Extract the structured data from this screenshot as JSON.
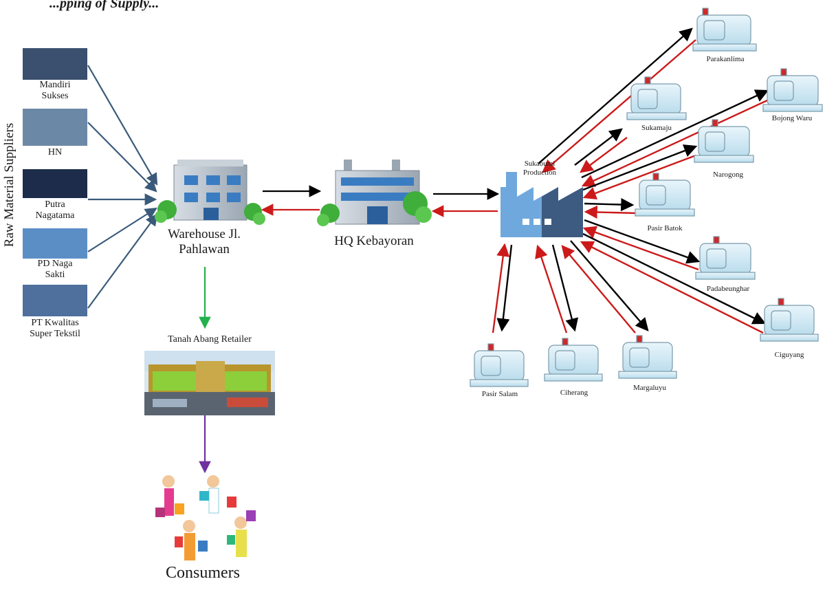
{
  "header": {
    "title": "...pping of Supply..."
  },
  "suppliers": {
    "group_label": "Raw Material Suppliers",
    "items": [
      {
        "line1": "Mandiri",
        "line2": "Sukses",
        "color": "#3b4f6e"
      },
      {
        "line1": "HN",
        "line2": "",
        "color": "#6c88a7"
      },
      {
        "line1": "Putra",
        "line2": "Nagatama",
        "color": "#1c2c4a"
      },
      {
        "line1": "PD Naga",
        "line2": "Sakti",
        "color": "#5c8ec6"
      },
      {
        "line1": "PT Kwalitas",
        "line2": "Super Tekstil",
        "color": "#4f6f9c"
      }
    ]
  },
  "nodes": {
    "warehouse": {
      "line1": "Warehouse Jl.",
      "line2": "Pahlawan"
    },
    "hq": {
      "label": "HQ Kebayoran"
    },
    "retailer": {
      "label": "Tanah Abang Retailer"
    },
    "consumers": {
      "label": "Consumers"
    },
    "factory": {
      "line1": "Sukabumi",
      "line2": "Production"
    }
  },
  "production_sites": [
    "Parakanlima",
    "Sukamaju",
    "Bojong Waru",
    "Narogong",
    "Pasir Batok",
    "Padabeunghar",
    "Ciguyang",
    "Margaluyu",
    "Ciherang",
    "Pasir Salam"
  ],
  "colors": {
    "supplier_arrow": "#3a5a7a",
    "forward_arrow": "#000000",
    "return_arrow": "#cc1a1a",
    "retail_arrow": "#22b14c",
    "consumer_arrow": "#7030a0",
    "factory_light": "#6fa8dc",
    "factory_dark": "#3d5a80"
  }
}
